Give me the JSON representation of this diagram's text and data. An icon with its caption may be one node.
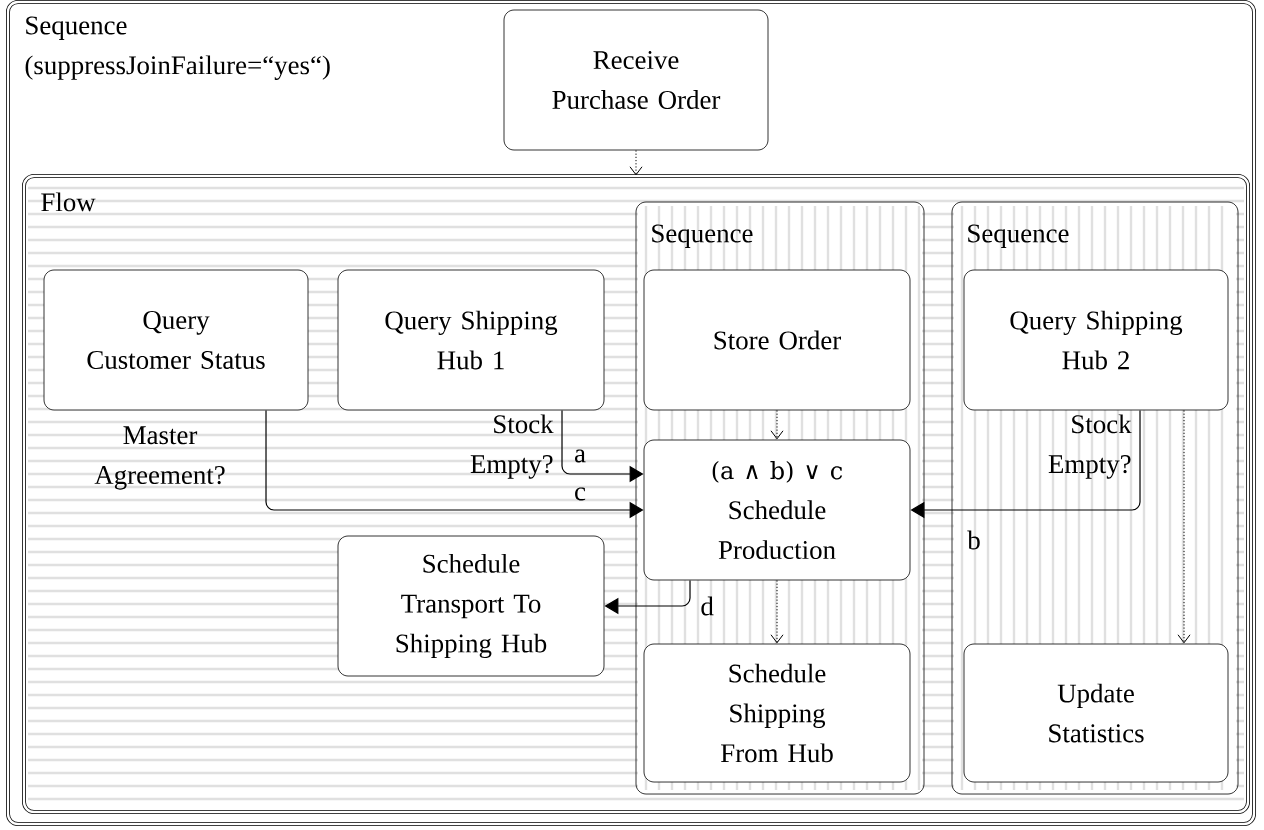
{
  "diagram": {
    "nodes": [
      {
        "text": [
          "Sequence (suppressJoinFailure=“yes“)"
        ]
      },
      {
        "text": [
          "Receive Purchase Order"
        ],
        "in": 0
      },
      {
        "text": [
          "Flow"
        ],
        "in": 0
      },
      {
        "text": [
          "Query Customer Status"
        ],
        "in": 2
      },
      {
        "text": [
          "Query Shipping Hub 1"
        ],
        "in": 2
      },
      {
        "text": [
          "Sequence"
        ],
        "in": 2
      },
      {
        "text": [
          "Store Order"
        ],
        "in": 5
      },
      {
        "text": [
          "(a ∧ b) ∨ c",
          "Schedule Production"
        ],
        "in": 5
      },
      {
        "text": [
          "Schedule Shipping From Hub"
        ],
        "in": 5
      },
      {
        "text": [
          "Sequence"
        ],
        "in": 2
      },
      {
        "text": [
          "Query Shipping Hub 2"
        ],
        "in": 9
      },
      {
        "text": [
          "Update Statistics"
        ],
        "in": 9
      },
      {
        "text": [
          "Schedule Transport To Shipping Hub"
        ],
        "in": 2
      }
    ],
    "edges": [
      {
        "from": 1,
        "to": 2,
        "arrow": "to",
        "style": "dashed"
      },
      {
        "from": 6,
        "to": 7,
        "arrow": "to",
        "style": "dashed"
      },
      {
        "from": 7,
        "to": 8,
        "arrow": "to",
        "style": "dashed"
      },
      {
        "from": 10,
        "to": 11,
        "arrow": "to",
        "style": "dashed"
      },
      {
        "from": 4,
        "to": 7,
        "arrow": "to",
        "label": "Stock Empty?"
      },
      {
        "from": 3,
        "to": 7,
        "arrow": "to",
        "label": "Master Agreement?"
      },
      {
        "from": 10,
        "to": 7,
        "arrow": "to",
        "label": "Stock Empty?"
      },
      {
        "from": 7,
        "to": 12,
        "arrow": "to",
        "label": "d"
      }
    ],
    "labels": [
      "a",
      "c",
      "b"
    ]
  }
}
